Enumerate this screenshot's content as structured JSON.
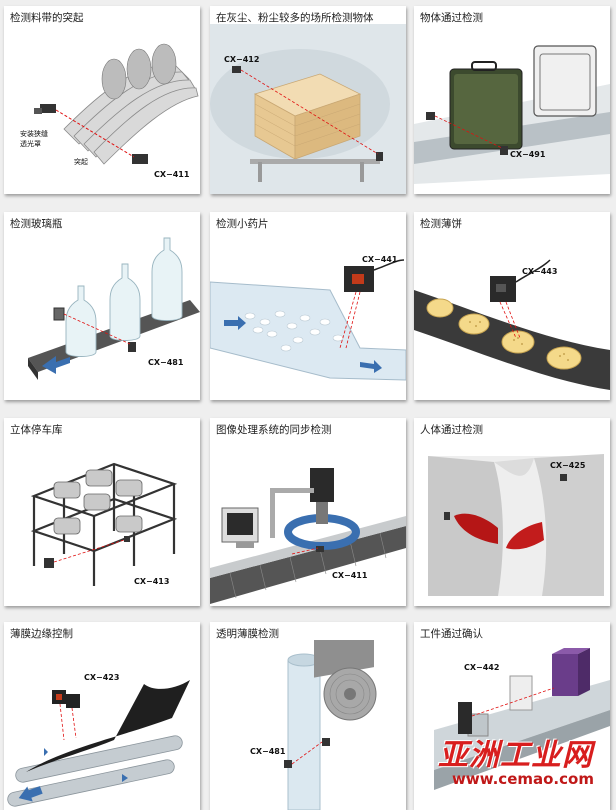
{
  "cards": [
    {
      "title": "检测料带的突起",
      "labels": {
        "a": "安装狭缝",
        "b": "透光罩",
        "c": "突起",
        "d": "CX−411"
      }
    },
    {
      "title": "在灰尘、粉尘较多的场所检测物体",
      "labels": {
        "a": "CX−412"
      }
    },
    {
      "title": "物体通过检测",
      "labels": {
        "a": "CX−491"
      }
    },
    {
      "title": "检测玻璃瓶",
      "labels": {
        "a": "CX−481"
      }
    },
    {
      "title": "检测小药片",
      "labels": {
        "a": "CX−441"
      }
    },
    {
      "title": "检测薄饼",
      "labels": {
        "a": "CX−443"
      }
    },
    {
      "title": "立体停车库",
      "labels": {
        "a": "CX−413"
      }
    },
    {
      "title": "图像处理系统的同步检测",
      "labels": {
        "a": "CX−411"
      }
    },
    {
      "title": "人体通过检测",
      "labels": {
        "a": "CX−425"
      }
    },
    {
      "title": "薄膜边缘控制",
      "labels": {
        "a": "CX−423"
      }
    },
    {
      "title": "透明薄膜检测",
      "labels": {
        "a": "CX−481"
      }
    },
    {
      "title": "工件通过确认",
      "labels": {
        "a": "CX−442"
      }
    }
  ],
  "watermark": {
    "logo": "亚洲工业网",
    "url": "www.cemao.com"
  }
}
